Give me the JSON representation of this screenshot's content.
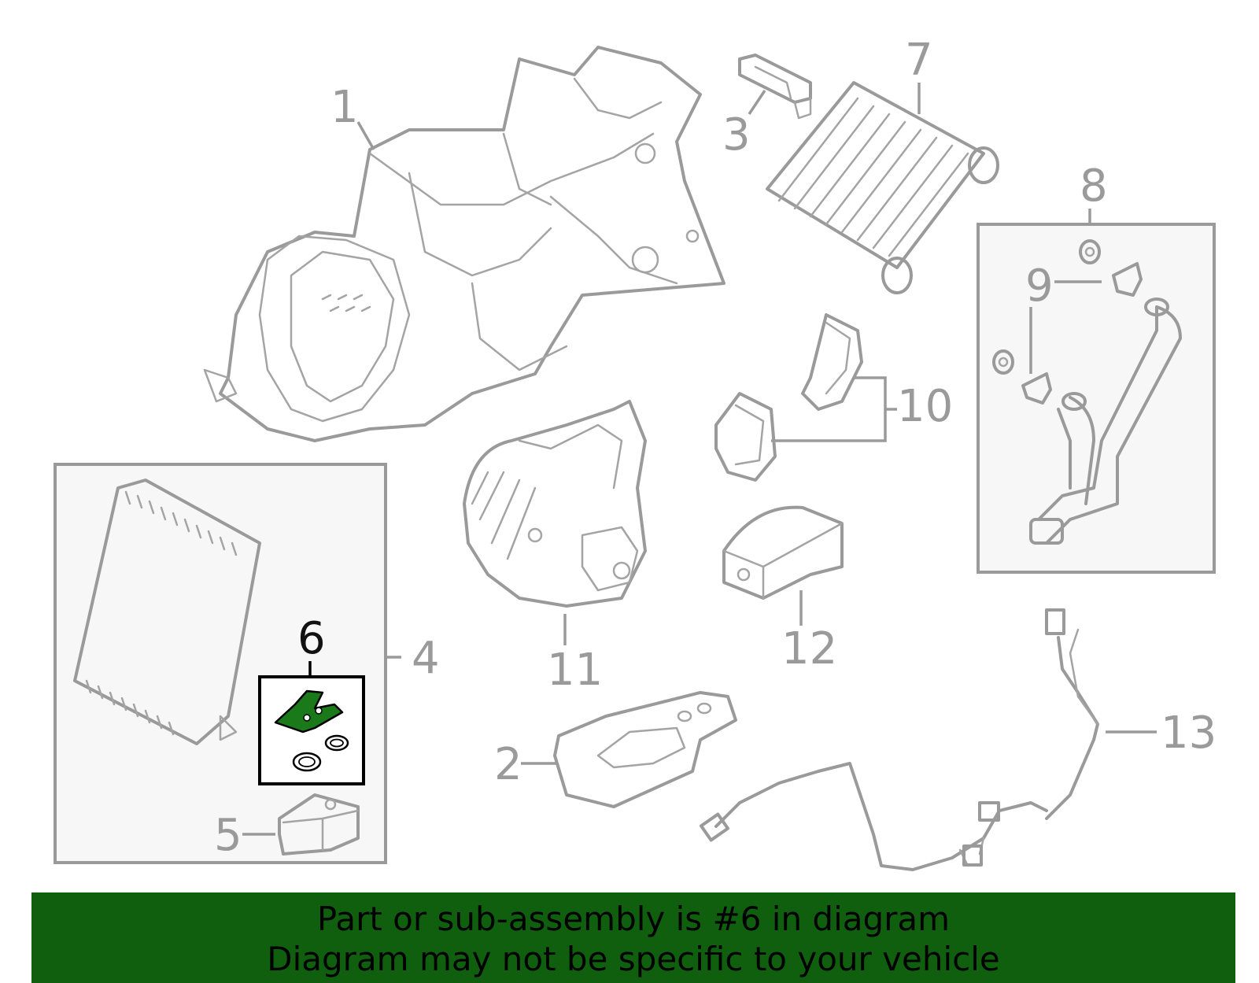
{
  "labels": {
    "p1": "1",
    "p2": "2",
    "p3": "3",
    "p4": "4",
    "p5": "5",
    "p6": "6",
    "p7": "7",
    "p8": "8",
    "p9": "9",
    "p10": "10",
    "p11": "11",
    "p12": "12",
    "p13": "13"
  },
  "highlight": {
    "part": "6",
    "color": "#1a7a1a"
  },
  "banner": {
    "line1": "Part or sub-assembly is #6 in diagram",
    "line2": "Diagram may not be specific to your vehicle",
    "background": "#0f5f0f"
  }
}
